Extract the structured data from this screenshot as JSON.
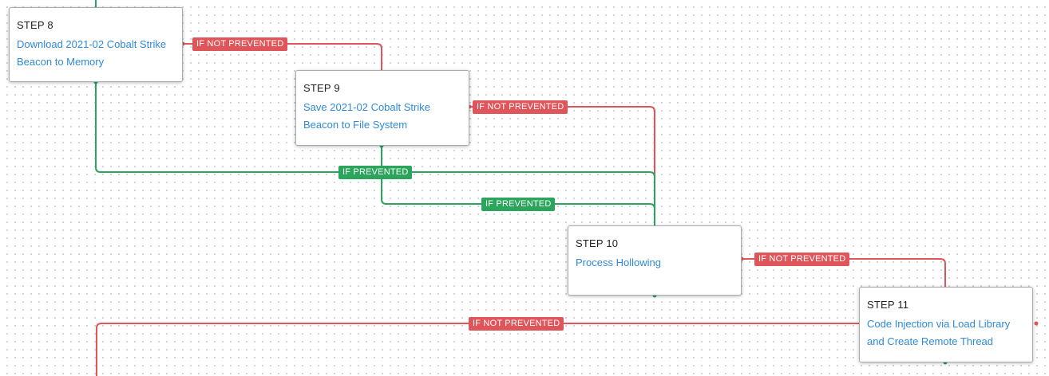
{
  "colors": {
    "not_prevented": "#e0555a",
    "prevented": "#2aa55b",
    "link": "#2f8ad8"
  },
  "nodes": [
    {
      "step": "STEP 8",
      "title": "Download 2021-02 Cobalt Strike Beacon to Memory"
    },
    {
      "step": "STEP 9",
      "title": "Save 2021-02 Cobalt Strike Beacon to File System"
    },
    {
      "step": "STEP 10",
      "title": "Process Hollowing"
    },
    {
      "step": "STEP 11",
      "title": "Code Injection via Load Library and Create Remote Thread"
    }
  ],
  "edges": {
    "s8_not_prevented": "IF NOT PREVENTED",
    "s9_not_prevented": "IF NOT PREVENTED",
    "s8_prevented": "IF PREVENTED",
    "s9_prevented": "IF PREVENTED",
    "s10_not_prevented": "IF NOT PREVENTED",
    "s11_not_prevented": "IF NOT PREVENTED"
  }
}
